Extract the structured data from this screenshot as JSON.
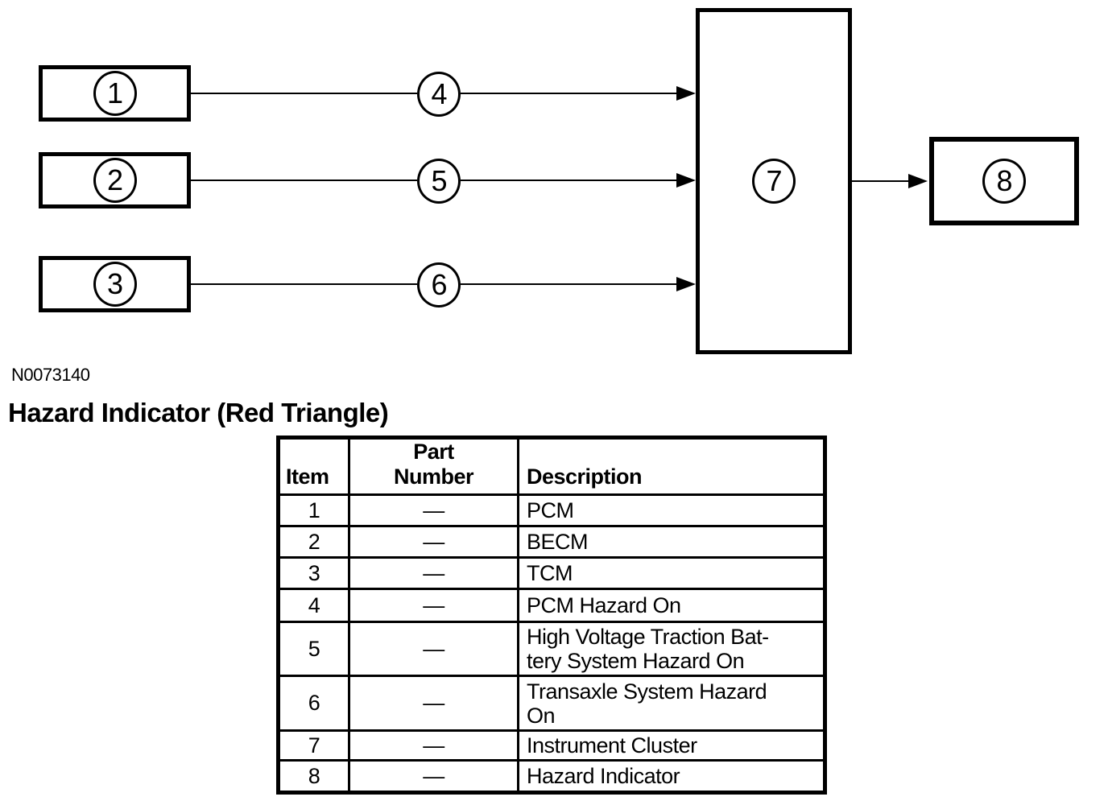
{
  "figure_code": "N0073140",
  "title": "Hazard Indicator (Red Triangle)",
  "colors": {
    "ink": "#000000",
    "paper": "#ffffff"
  },
  "diagram": {
    "modules": [
      {
        "label": "1"
      },
      {
        "label": "2"
      },
      {
        "label": "3"
      }
    ],
    "signals": [
      {
        "label": "4"
      },
      {
        "label": "5"
      },
      {
        "label": "6"
      }
    ],
    "cluster": {
      "label": "7"
    },
    "indicator": {
      "label": "8"
    }
  },
  "table": {
    "headers": {
      "item": "Item",
      "part_number": "Part\nNumber",
      "description": "Description"
    },
    "rows": [
      {
        "item": "1",
        "part_number": "—",
        "description": "PCM"
      },
      {
        "item": "2",
        "part_number": "—",
        "description": "BECM"
      },
      {
        "item": "3",
        "part_number": "—",
        "description": "TCM"
      },
      {
        "item": "4",
        "part_number": "—",
        "description": "PCM Hazard On"
      },
      {
        "item": "5",
        "part_number": "—",
        "description": "High Voltage Traction Bat-\ntery System Hazard On"
      },
      {
        "item": "6",
        "part_number": "—",
        "description": "Transaxle System Hazard\nOn"
      },
      {
        "item": "7",
        "part_number": "—",
        "description": "Instrument Cluster"
      },
      {
        "item": "8",
        "part_number": "—",
        "description": "Hazard Indicator"
      }
    ]
  }
}
